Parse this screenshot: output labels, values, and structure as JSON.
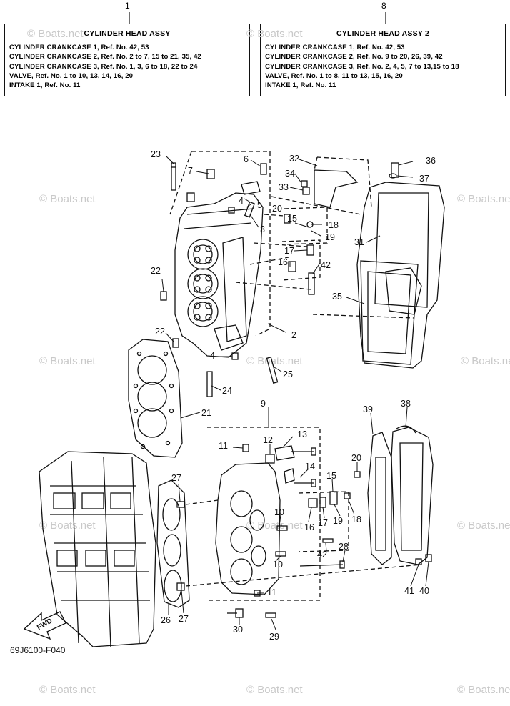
{
  "boxes": [
    {
      "ref": "1",
      "title": "CYLINDER HEAD ASSY",
      "lines": [
        "CYLINDER CRANKCASE 1,  Ref. No. 42, 53",
        "CYLINDER CRANKCASE 2,  Ref. No. 2 to 7, 15 to 21, 35, 42",
        "CYLINDER CRANKCASE 3,  Ref. No. 1, 3, 6 to 18, 22 to 24",
        "VALVE,  Ref. No. 1 to 10, 13, 14, 16, 20",
        "INTAKE 1, Ref. No. 11"
      ]
    },
    {
      "ref": "8",
      "title": "CYLINDER HEAD ASSY 2",
      "lines": [
        "CYLINDER CRANKCASE 1,  Ref. No. 42, 53",
        "CYLINDER CRANKCASE 2,  Ref. No. 9 to 20, 26, 39, 42",
        "CYLINDER CRANKCASE 3,  Ref. No. 2, 4, 5, 7 to 13,15 to 18",
        "VALVE,  Ref. No. 1 to 8, 11 to 13, 15, 16, 20",
        "INTAKE 1, Ref. No. 11"
      ]
    }
  ],
  "callouts": [
    "23",
    "6",
    "7",
    "32",
    "34",
    "33",
    "36",
    "37",
    "4",
    "5",
    "20",
    "15",
    "18",
    "19",
    "31",
    "3",
    "17",
    "16",
    "42",
    "22",
    "35",
    "22",
    "2",
    "4",
    "25",
    "24",
    "21",
    "9",
    "39",
    "38",
    "13",
    "11",
    "12",
    "20",
    "14",
    "15",
    "27",
    "10",
    "16",
    "17",
    "19",
    "18",
    "42",
    "28",
    "10",
    "11",
    "41",
    "40",
    "26",
    "27",
    "30",
    "29"
  ],
  "diagram_code": "69J6100-F040",
  "fwd_label": "FWD",
  "watermark": "© Boats.net"
}
